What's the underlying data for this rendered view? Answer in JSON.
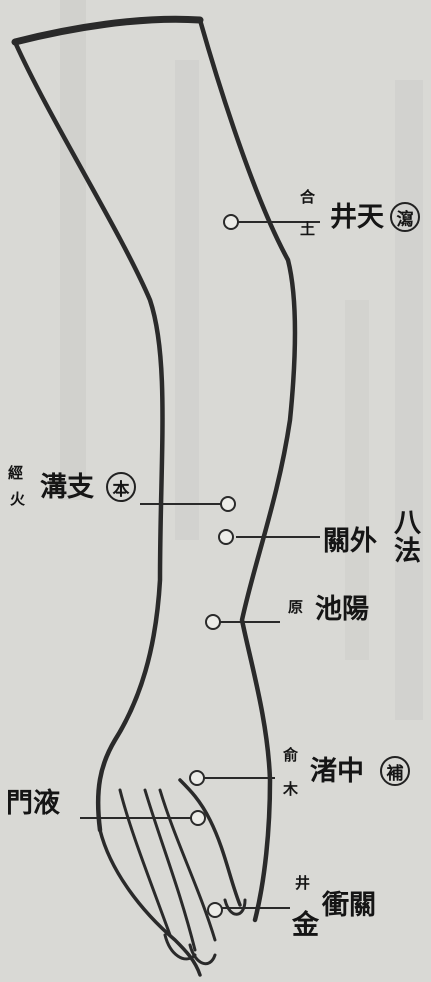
{
  "points": [
    {
      "id": "tianjing",
      "name": "井天",
      "element_top": "合",
      "element_bottom": "土",
      "mark": "瀉"
    },
    {
      "id": "zhigou",
      "name": "溝支",
      "prefix_top": "經",
      "prefix_bottom": "火",
      "mark": "本"
    },
    {
      "id": "waiguan",
      "name": "關外",
      "mark_top": "八",
      "mark_bottom": "法"
    },
    {
      "id": "yangchi",
      "name": "池陽",
      "element": "原"
    },
    {
      "id": "zhongzhu",
      "name": "渚中",
      "element_top": "俞",
      "element_bottom": "木",
      "mark": "補"
    },
    {
      "id": "yemen",
      "name": "門液"
    },
    {
      "id": "guanchong",
      "name": "衝關",
      "element_top": "井",
      "element_bottom": "金"
    }
  ],
  "colors": {
    "ink": "#222222",
    "paper": "#d8d8d4"
  }
}
